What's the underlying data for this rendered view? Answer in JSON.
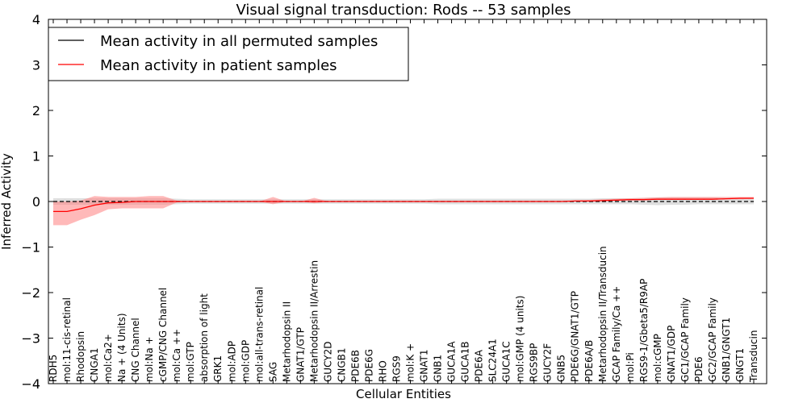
{
  "chart_data": {
    "type": "line",
    "title": "Visual signal transduction: Rods -- 53 samples",
    "xlabel": "Cellular Entities",
    "ylabel": "Inferred Activity",
    "ylim": [
      -4,
      4
    ],
    "yticks": [
      "4",
      "3",
      "2",
      "1",
      "0",
      "−1",
      "−2",
      "−3",
      "−4"
    ],
    "grid": false,
    "legend_position": "top-left",
    "categories": [
      "RDH5",
      "mol:11-cis-retinal",
      "Rhodopsin",
      "CNGA1",
      "mol:Ca2+",
      "Na + (4 Units)",
      "CNG Channel",
      "mol:Na +",
      "cGMP/CNG Channel",
      "mol:Ca ++",
      "mol:GTP",
      "absorption of light",
      "GRK1",
      "mol:ADP",
      "mol:GDP",
      "mol:all-trans-retinal",
      "SAG",
      "Metarhodopsin II",
      "GNAT1/GTP",
      "Metarhodopsin II/Arrestin",
      "GUCY2D",
      "CNGB1",
      "PDE6B",
      "PDE6G",
      "RHO",
      "RGS9",
      "mol:K +",
      "GNAT1",
      "GNB1",
      "GUCA1A",
      "GUCA1B",
      "PDE6A",
      "SLC24A1",
      "GUCA1C",
      "mol:GMP (4 units)",
      "RGS9BP",
      "GUCY2F",
      "GNB5",
      "PDE6G/GNAT1/GTP",
      "PDE6A/B",
      "Metarhodopsin II/Transducin",
      "GCAP Family/Ca ++",
      "mol:Pi",
      "RGS9-1/Gbeta5/R9AP",
      "mol:cGMP",
      "GNAT1/GDP",
      "GC1/GCAP Family",
      "PDE6",
      "GC2/GCAP Family",
      "GNB1/GNGT1",
      "GNGT1",
      "Transducin"
    ],
    "series": [
      {
        "name": "Mean activity in all permuted samples",
        "color": "#000000",
        "band_color": "#c8c8c8",
        "values": [
          0,
          0,
          0,
          0,
          0,
          0,
          0,
          0,
          0,
          0,
          0,
          0,
          0,
          0,
          0,
          0,
          0,
          0,
          0,
          0,
          0,
          0,
          0,
          0,
          0,
          0,
          0,
          0,
          0,
          0,
          0,
          0,
          0,
          0,
          0,
          0,
          0,
          0,
          0,
          0,
          0,
          0,
          0,
          0,
          0,
          0,
          0,
          0,
          0,
          0,
          0,
          0
        ],
        "lower": [
          -0.07,
          -0.07,
          -0.07,
          -0.07,
          -0.07,
          -0.07,
          -0.07,
          -0.07,
          -0.07,
          -0.06,
          -0.05,
          -0.05,
          -0.05,
          -0.05,
          -0.05,
          -0.05,
          -0.05,
          -0.05,
          -0.05,
          -0.05,
          -0.05,
          -0.05,
          -0.05,
          -0.05,
          -0.05,
          -0.05,
          -0.05,
          -0.05,
          -0.06,
          -0.06,
          -0.06,
          -0.06,
          -0.06,
          -0.06,
          -0.06,
          -0.06,
          -0.06,
          -0.06,
          -0.06,
          -0.06,
          -0.06,
          -0.06,
          -0.06,
          -0.07,
          -0.08,
          -0.07,
          -0.07,
          -0.06,
          -0.06,
          -0.06,
          -0.06,
          -0.06
        ],
        "upper": [
          0.07,
          0.07,
          0.07,
          0.07,
          0.07,
          0.07,
          0.07,
          0.07,
          0.07,
          0.06,
          0.05,
          0.05,
          0.05,
          0.05,
          0.05,
          0.05,
          0.05,
          0.05,
          0.05,
          0.05,
          0.05,
          0.05,
          0.05,
          0.05,
          0.05,
          0.05,
          0.05,
          0.05,
          0.06,
          0.06,
          0.06,
          0.06,
          0.06,
          0.06,
          0.06,
          0.06,
          0.06,
          0.06,
          0.06,
          0.06,
          0.07,
          0.07,
          0.07,
          0.08,
          0.09,
          0.09,
          0.09,
          0.09,
          0.09,
          0.08,
          0.08,
          0.08
        ]
      },
      {
        "name": "Mean activity in patient samples",
        "color": "#ff0000",
        "band_color": "#ff8080",
        "values": [
          -0.22,
          -0.22,
          -0.16,
          -0.08,
          -0.03,
          -0.02,
          0,
          0,
          0,
          0,
          0,
          0,
          0,
          0,
          0,
          0,
          0,
          0,
          0,
          0,
          0,
          0,
          0,
          0,
          0,
          0,
          0,
          0,
          0,
          0,
          0,
          0,
          0,
          0,
          0,
          0,
          0,
          0,
          0.01,
          0.01,
          0.02,
          0.03,
          0.04,
          0.04,
          0.05,
          0.05,
          0.05,
          0.05,
          0.05,
          0.06,
          0.07,
          0.07
        ],
        "lower": [
          -0.52,
          -0.52,
          -0.4,
          -0.3,
          -0.17,
          -0.15,
          -0.15,
          -0.15,
          -0.15,
          -0.02,
          0,
          0,
          0,
          0,
          0,
          0,
          -0.06,
          0,
          0,
          -0.04,
          0,
          0,
          0,
          0,
          0,
          0,
          0,
          0,
          0,
          0,
          0,
          0,
          0,
          0,
          0,
          0,
          0,
          0,
          0,
          0,
          0.01,
          0.02,
          0.03,
          0.03,
          0.04,
          0.04,
          0.04,
          0.04,
          0.04,
          0.05,
          0.05,
          0.06
        ],
        "upper": [
          0,
          0,
          0.02,
          0.12,
          0.1,
          0.1,
          0.1,
          0.12,
          0.12,
          0.02,
          0,
          0,
          0,
          0,
          0,
          0,
          0.1,
          0,
          0,
          0.08,
          0,
          0,
          0,
          0,
          0,
          0,
          0,
          0,
          0,
          0,
          0,
          0,
          0,
          0,
          0,
          0,
          0,
          0,
          0.02,
          0.03,
          0.05,
          0.06,
          0.07,
          0.08,
          0.09,
          0.1,
          0.1,
          0.1,
          0.1,
          0.1,
          0.1,
          0.1
        ]
      }
    ]
  }
}
